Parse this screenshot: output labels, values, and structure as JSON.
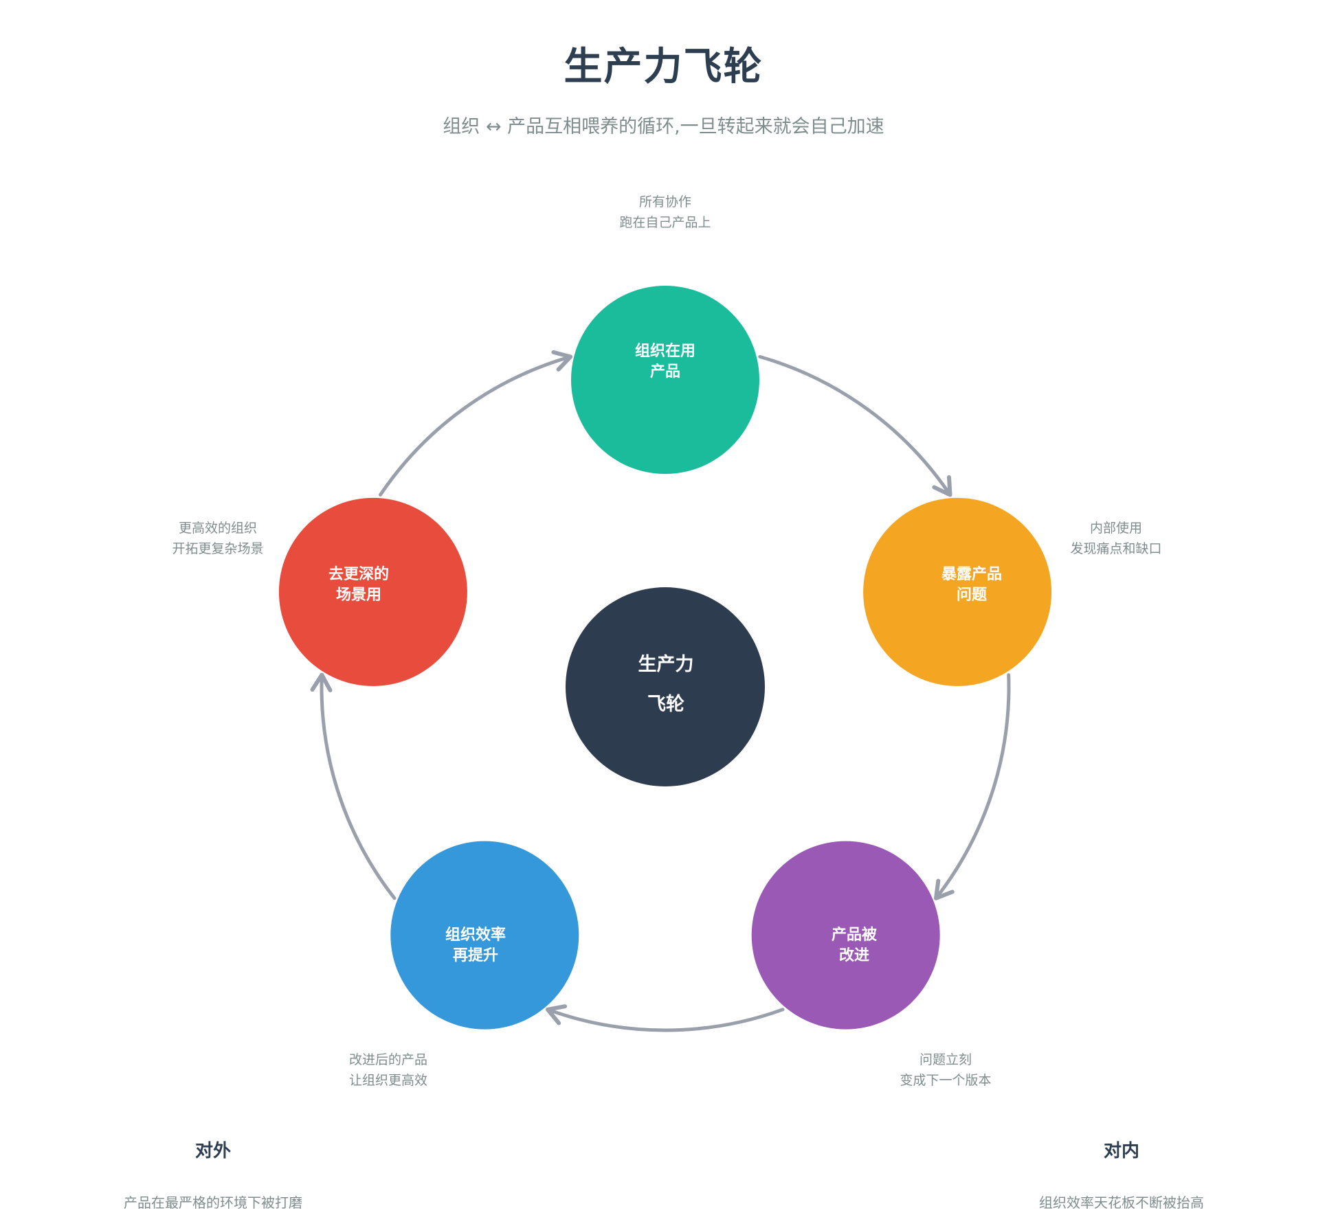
{
  "header": {
    "title": "生产力飞轮",
    "subtitle": "组织 ↔ 产品互相喂养的循环,一旦转起来就会自己加速"
  },
  "colors": {
    "center": "#2e3c50",
    "arrow": "#9aa0ab",
    "title": "#2c3e50",
    "muted": "#7f8c8d"
  },
  "center": {
    "line1": "生产力",
    "line2": "飞轮"
  },
  "nodes": [
    {
      "line1": "组织在用",
      "line2": "产品",
      "color": "#1abc9c",
      "note1": "所有协作",
      "note2": "跑在自己产品上"
    },
    {
      "line1": "暴露产品",
      "line2": "问题",
      "color": "#f4a623",
      "note1": "内部使用",
      "note2": "发现痛点和缺口"
    },
    {
      "line1": "产品被",
      "line2": "改进",
      "color": "#9b59b6",
      "note1": "问题立刻",
      "note2": "变成下一个版本"
    },
    {
      "line1": "组织效率",
      "line2": "再提升",
      "color": "#3498db",
      "note1": "改进后的产品",
      "note2": "让组织更高效"
    },
    {
      "line1": "去更深的",
      "line2": "场景用",
      "color": "#e74c3c",
      "note1": "更高效的组织",
      "note2": "开拓更复杂场景"
    }
  ],
  "footer": {
    "left": {
      "heading": "对外",
      "text": "产品在最严格的环境下被打磨"
    },
    "right": {
      "heading": "对内",
      "text": "组织效率天花板不断被抬高"
    }
  }
}
